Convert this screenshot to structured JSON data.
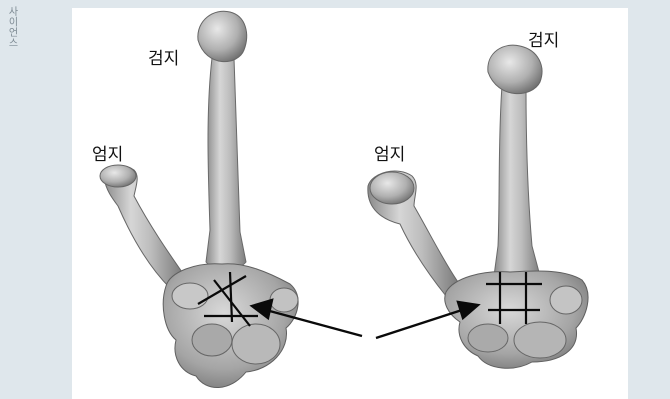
{
  "side_credit": "사이언스",
  "labels": {
    "left_index": "검지",
    "left_thumb": "엄지",
    "right_index": "검지",
    "right_thumb": "엄지"
  },
  "colors": {
    "bone_base": "#b4b4b4",
    "bone_shadow": "#7a7a7a",
    "bone_highlight": "#e2e2e2",
    "line": "#0a0a0a",
    "background": "#ffffff",
    "border": "#dfe7ec"
  }
}
